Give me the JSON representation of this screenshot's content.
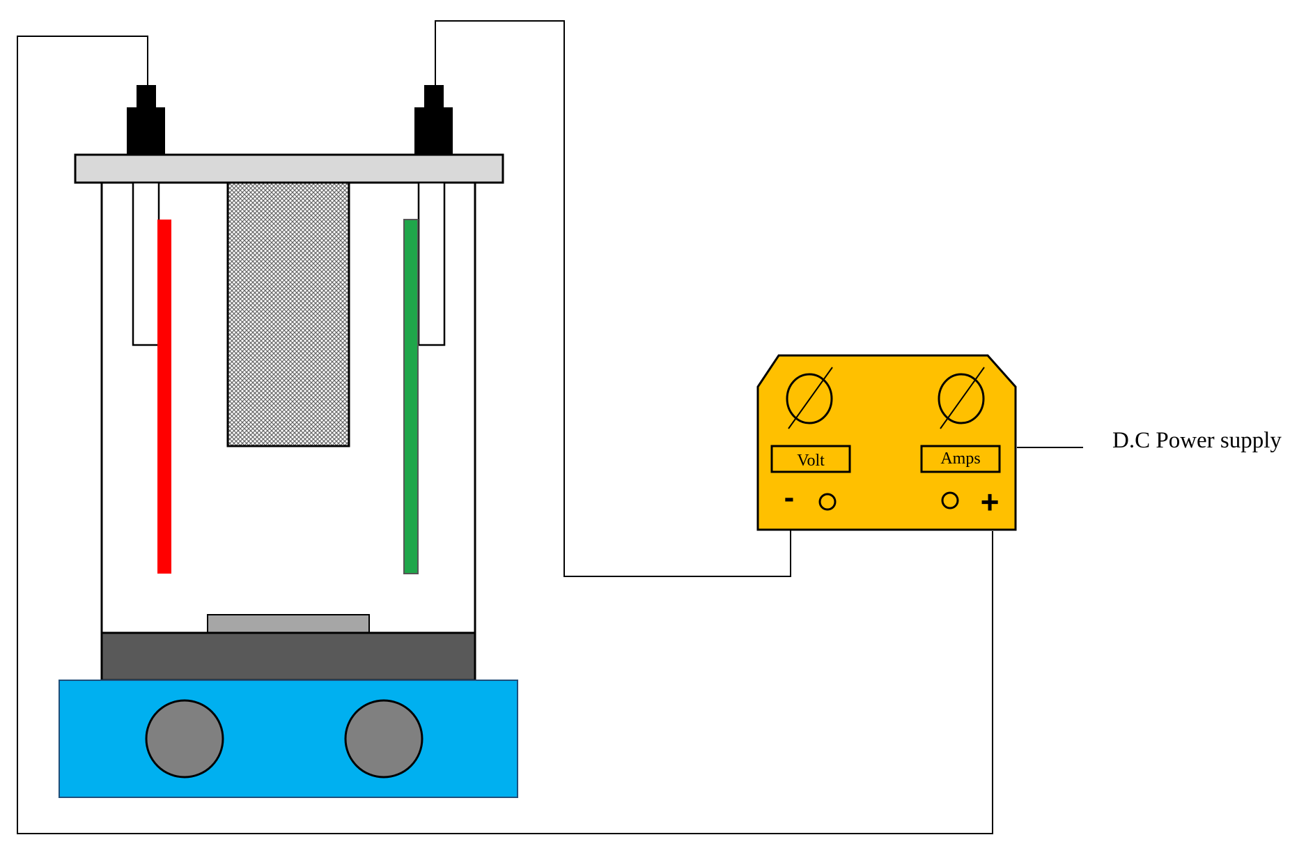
{
  "power_supply": {
    "label": "D.C Power supply",
    "volt_label": "Volt",
    "amps_label": "Amps",
    "minus_symbol": "-",
    "plus_symbol": "+",
    "body_color": "#FFC000"
  },
  "cell": {
    "anode_color": "#FF0000",
    "cathode_color": "#1FA64A",
    "membrane_pattern": "crosshatch-grey",
    "lid_color": "#D9D9D9",
    "stir_plate_top_color": "#595959",
    "stir_plate_body_color": "#00B0F0",
    "knob_color": "#808080",
    "stir_bar_color": "#A6A6A6"
  },
  "icons": [
    "voltmeter-dial-icon",
    "ammeter-dial-icon",
    "terminal-icon"
  ]
}
